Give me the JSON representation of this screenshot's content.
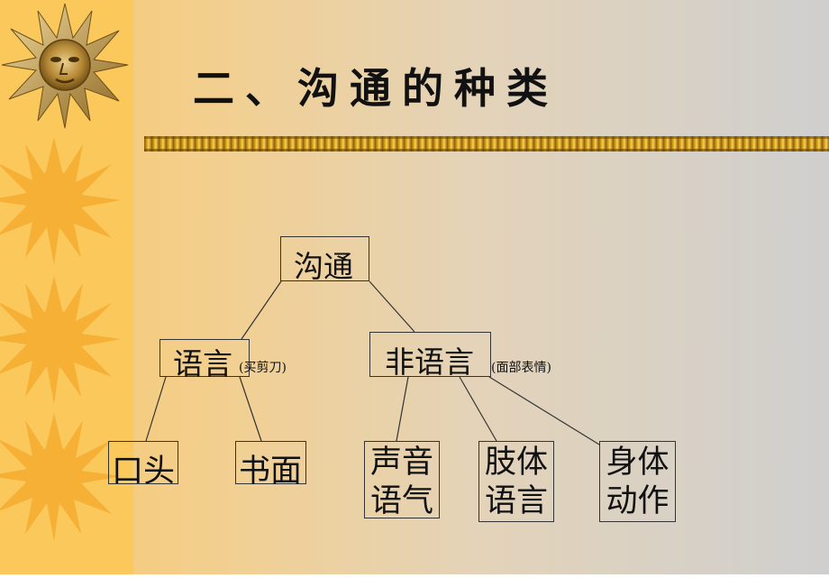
{
  "title": "二、沟通的种类",
  "colors": {
    "sidebar": "#fbc85c",
    "sun": "#f5b035",
    "rule": "#c8901a"
  },
  "diagram": {
    "root": "沟通",
    "verbal": {
      "label": "语言",
      "note": "(买剪刀)"
    },
    "nonverbal": {
      "label": "非语言",
      "note": "(面部表情)"
    },
    "verbal_children": [
      "口头",
      "书面"
    ],
    "nonverbal_children": [
      {
        "line1": "声音",
        "line2": "语气"
      },
      {
        "line1": "肢体",
        "line2": "语言"
      },
      {
        "line1": "身体",
        "line2": "动作"
      }
    ]
  }
}
